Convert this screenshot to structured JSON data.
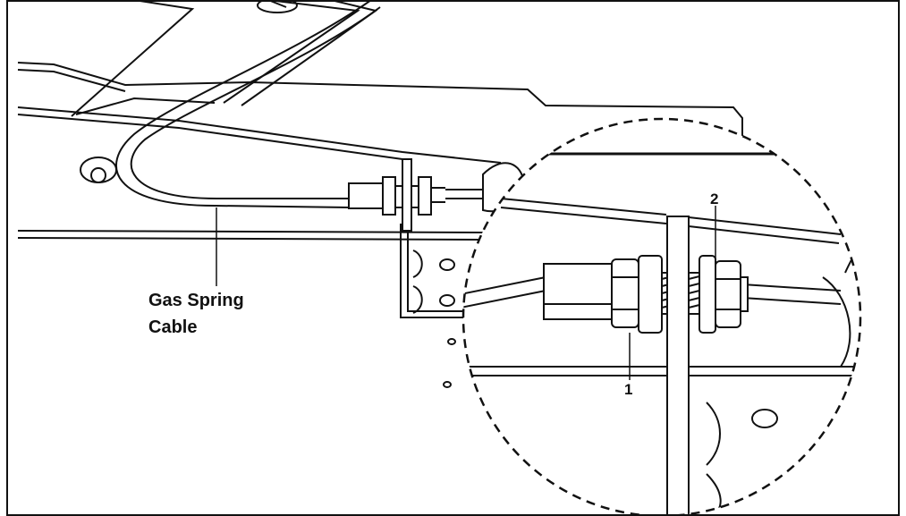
{
  "diagram": {
    "callouts": {
      "gas_spring_cable_line1": "Gas Spring",
      "gas_spring_cable_line2": "Cable",
      "item_1": "1",
      "item_2": "2"
    }
  }
}
